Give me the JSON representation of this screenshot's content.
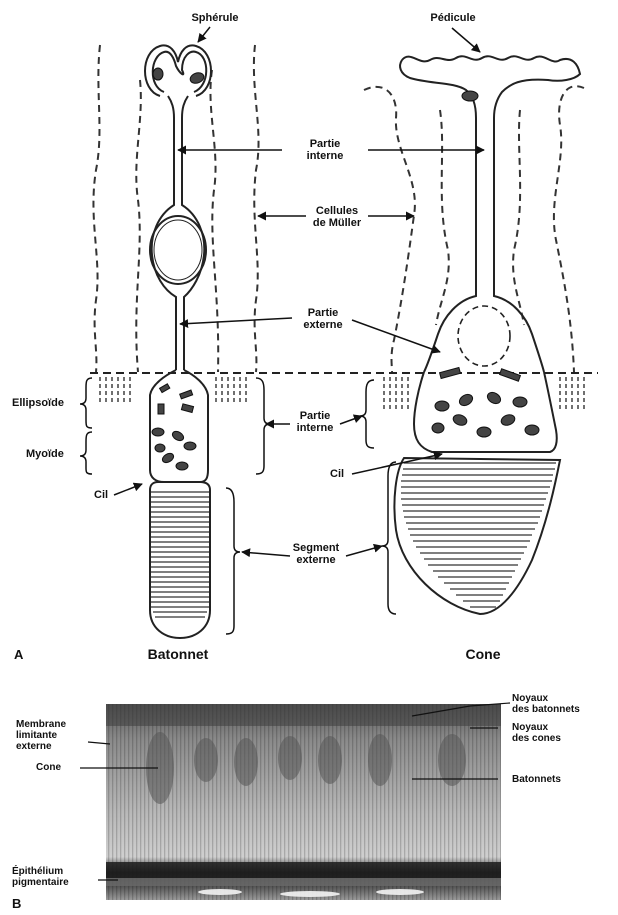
{
  "panel_a": {
    "panel_letter": "A",
    "rod_title": "Batonnet",
    "cone_title": "Cone",
    "labels": {
      "spherule": "Sphérule",
      "pedicule": "Pédicule",
      "partie_interne_top": "Partie\ninterne",
      "cellules_muller": "Cellules\nde Müller",
      "partie_externe": "Partie\nexterne",
      "ellipsoide": "Ellipsoïde",
      "myoide": "Myoïde",
      "partie_interne_mid": "Partie\ninterne",
      "cil_rod": "Cil",
      "cil_cone": "Cil",
      "segment_externe": "Segment\nexterne"
    }
  },
  "panel_b": {
    "panel_letter": "B",
    "labels": {
      "noyaux_batonnets": "Noyaux\ndes batonnets",
      "noyaux_cones": "Noyaux\ndes cones",
      "membrane": "Membrane\nlimitante\nexterne",
      "cone": "Cone",
      "batonnets": "Batonnets",
      "epithelium": "Épithélium\npigmentaire"
    }
  }
}
